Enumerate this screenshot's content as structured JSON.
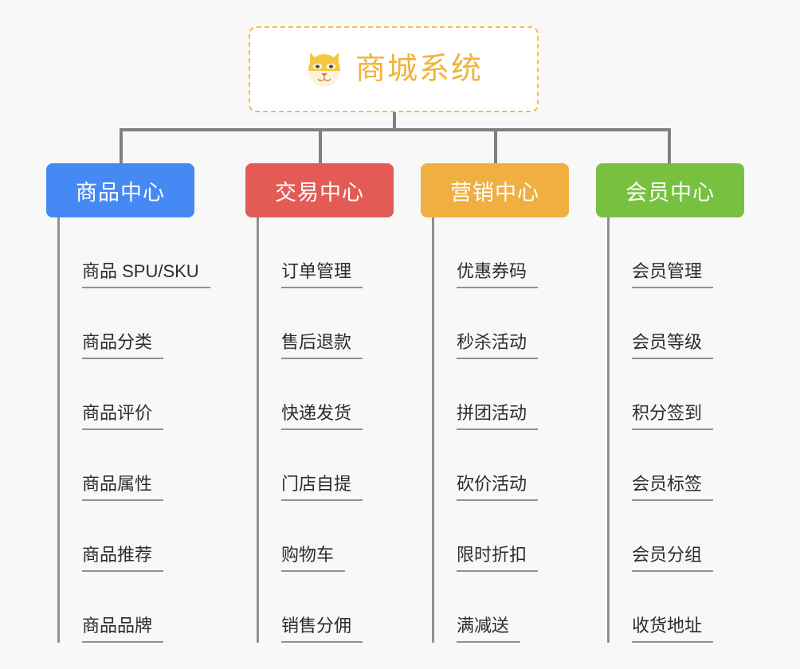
{
  "background_color": "#f8f8f8",
  "root": {
    "title": "商城系统",
    "icon": "dog-face-icon",
    "border_color": "#f5bd4a",
    "text_color": "#f0b33c"
  },
  "columns": [
    {
      "category": "商品中心",
      "color": "#4589f4",
      "items": [
        "商品 SPU/SKU",
        "商品分类",
        "商品评价",
        "商品属性",
        "商品推荐",
        "商品品牌"
      ]
    },
    {
      "category": "交易中心",
      "color": "#e45b55",
      "items": [
        "订单管理",
        "售后退款",
        "快递发货",
        "门店自提",
        "购物车",
        "销售分佣"
      ]
    },
    {
      "category": "营销中心",
      "color": "#efaf41",
      "items": [
        "优惠券码",
        "秒杀活动",
        "拼团活动",
        "砍价活动",
        "限时折扣",
        "满减送"
      ]
    },
    {
      "category": "会员中心",
      "color": "#78c140",
      "items": [
        "会员管理",
        "会员等级",
        "积分签到",
        "会员标签",
        "会员分组",
        "收货地址"
      ]
    }
  ],
  "connector_color": "#808080"
}
